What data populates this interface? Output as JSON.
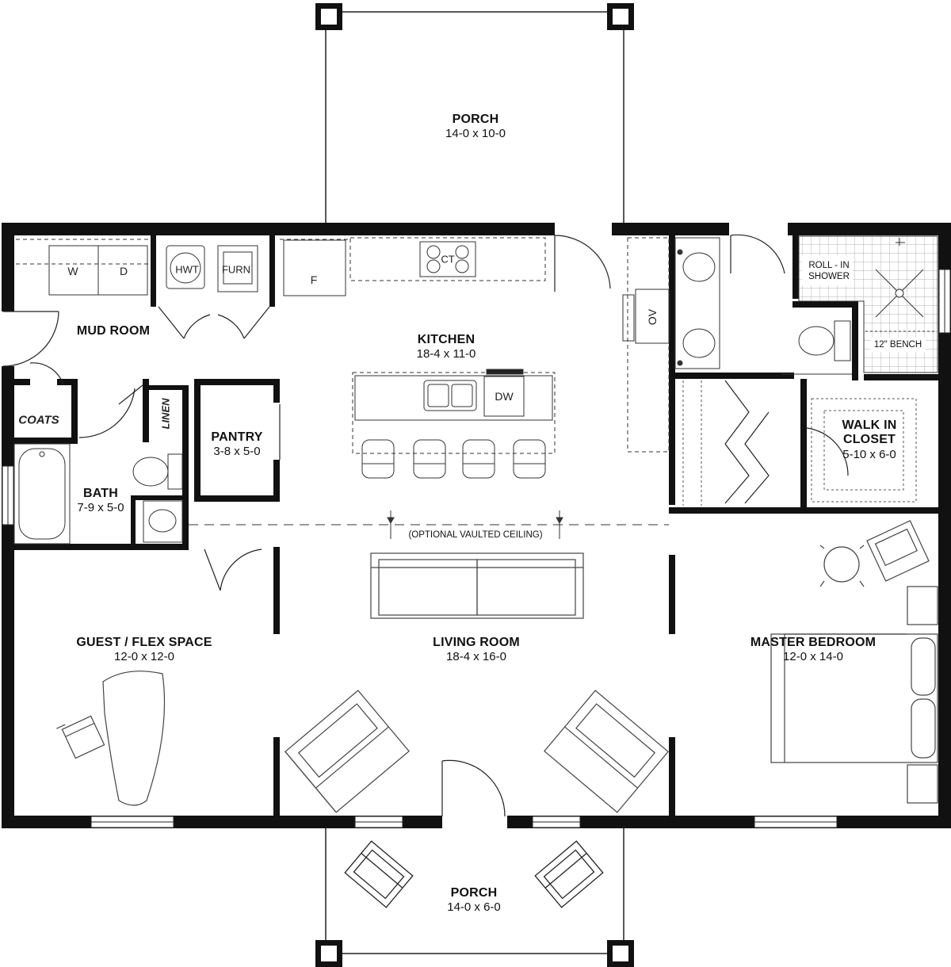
{
  "rooms": {
    "porch_front": {
      "name": "PORCH",
      "dims": "14-0 x 10-0"
    },
    "mud_room": {
      "name": "MUD ROOM"
    },
    "kitchen": {
      "name": "KITCHEN",
      "dims": "18-4 x 11-0"
    },
    "pantry": {
      "name": "PANTRY",
      "dims": "3-8 x 5-0"
    },
    "bath": {
      "name": "BATH",
      "dims": "7-9 x 5-0"
    },
    "walk_in_closet": {
      "name_line1": "WALK IN",
      "name_line2": "CLOSET",
      "dims": "5-10 x 6-0"
    },
    "guest_flex": {
      "name": "GUEST / FLEX SPACE",
      "dims": "12-0 x 12-0"
    },
    "living_room": {
      "name": "LIVING ROOM",
      "dims": "18-4 x 16-0"
    },
    "master_bedroom": {
      "name": "MASTER BEDROOM",
      "dims": "12-0 x 14-0"
    },
    "porch_rear": {
      "name": "PORCH",
      "dims": "14-0 x 6-0"
    }
  },
  "notes": {
    "vaulted": "(OPTIONAL VAULTED CEILING)",
    "roll_in_1": "ROLL - IN",
    "roll_in_2": "SHOWER",
    "bench": "12\" BENCH"
  },
  "fixtures": {
    "washer": "W",
    "dryer": "D",
    "hwt": "HWT",
    "furn": "FURN",
    "fridge": "F",
    "cooktop": "CT",
    "oven": "OV",
    "dishwasher": "DW",
    "coats": "COATS",
    "linen": "LINEN"
  }
}
